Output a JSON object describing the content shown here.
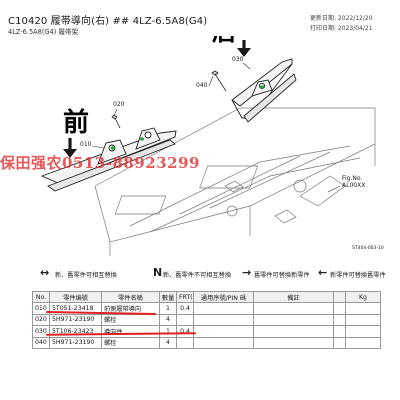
{
  "header": {
    "code_title": "C10420 履帯導向(右) ## 4LZ-6.5A8(G4)",
    "subtitle": "4LZ-6.5A8(G4) 履帯架",
    "updated_date": "更新日期: 2022/12/20",
    "print_date": "打印日期: 2023/04/21"
  },
  "diagram": {
    "label_front": "前",
    "label_rear": "后",
    "callouts": {
      "c010": "010",
      "c020": "020",
      "c030": "030",
      "c040": "040"
    },
    "fig_no": "Fig.No.",
    "fig_code": "AL00XX",
    "drawing_code": "ST404-003-10"
  },
  "watermark": "保田强农0513-88923299",
  "legend": {
    "sym1": "↔",
    "text1": "新、舊零件可相互替換",
    "sym2": "N",
    "text2": "新、舊零件不可相互替換",
    "sym3": "→",
    "text3": "舊零件可替換新零件",
    "sym4": "←",
    "text4": "新零件可替換舊零件"
  },
  "table": {
    "headers": [
      "No.",
      "零件编號",
      "零件名稱",
      "數量",
      "FRT(h)",
      "通用序號/PIN 碼",
      "備註",
      "",
      "Kg"
    ],
    "rows": [
      {
        "no": "010",
        "part": "5T051-23418",
        "name": "前側履帶導向",
        "qty": "1",
        "frt": "0.4",
        "pin": "",
        "note": "",
        "mark": "",
        "kg": ""
      },
      {
        "no": "020",
        "part": "5H971-23190",
        "name": "螺栓",
        "qty": "4",
        "frt": "",
        "pin": "",
        "note": "",
        "mark": "",
        "kg": ""
      },
      {
        "no": "030",
        "part": "5T106-23423",
        "name": "導向件",
        "qty": "1",
        "frt": "0.4",
        "pin": "",
        "note": "",
        "mark": "",
        "kg": ""
      },
      {
        "no": "040",
        "part": "5H971-23190",
        "name": "螺栓",
        "qty": "4",
        "frt": "",
        "pin": "",
        "note": "",
        "mark": "",
        "kg": ""
      }
    ]
  },
  "colors": {
    "watermark": "#e23a3a",
    "underline": "#e02020",
    "arrow": "#1a1a1a"
  }
}
